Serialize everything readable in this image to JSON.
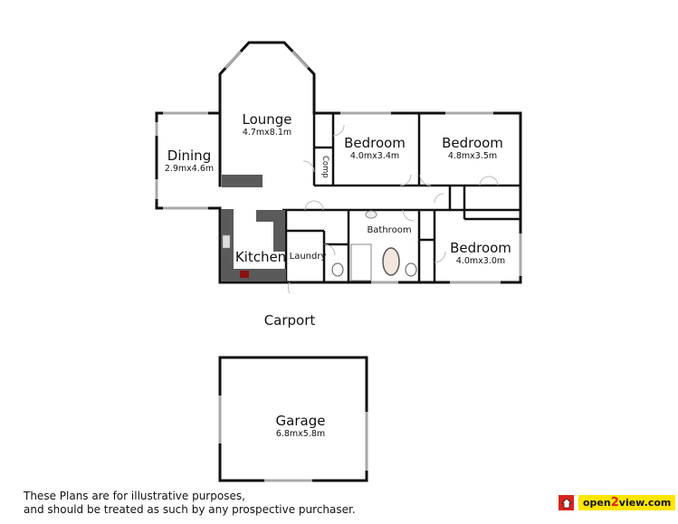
{
  "rooms": {
    "lounge": {
      "name": "Lounge",
      "dim": "4.7mx8.1m"
    },
    "dining": {
      "name": "Dining",
      "dim": "2.9mx4.6m"
    },
    "bedroom1": {
      "name": "Bedroom",
      "dim": "4.0mx3.4m"
    },
    "bedroom2": {
      "name": "Bedroom",
      "dim": "4.8mx3.5m"
    },
    "bedroom3": {
      "name": "Bedroom",
      "dim": "4.0mx3.0m"
    },
    "comp": {
      "name": "Comp"
    },
    "kitchen": {
      "name": "Kitchen"
    },
    "laundry": {
      "name": "Laundry"
    },
    "bathroom": {
      "name": "Bathroom"
    },
    "carport": {
      "name": "Carport"
    },
    "garage": {
      "name": "Garage",
      "dim": "6.8mx5.8m"
    }
  },
  "disclaimer": {
    "line1": "These Plans are for illustrative purposes,",
    "line2": "and should be treated as such by any prospective purchaser."
  },
  "logo": {
    "prefix": "open",
    "two": "2",
    "suffix": "view.com",
    "badge_icon": "house-icon"
  },
  "colors": {
    "wall": "#111111",
    "bench": "#5a5a5a",
    "window": "#a8a8a8",
    "logo_red": "#d9231b",
    "logo_yellow": "#ffe500"
  }
}
